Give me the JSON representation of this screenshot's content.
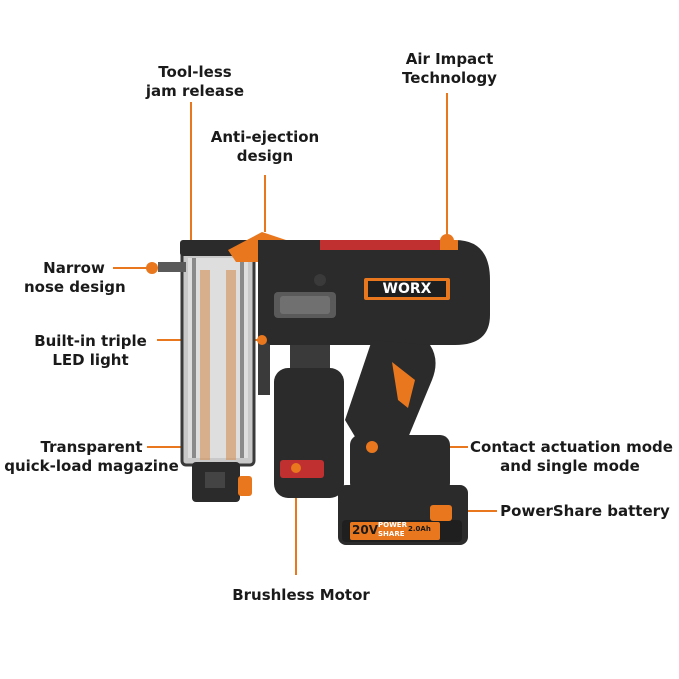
{
  "callouts": {
    "toolless": [
      "Tool-less",
      "jam release"
    ],
    "air_impact": [
      "Air Impact",
      "Technology"
    ],
    "anti_ejection": [
      "Anti-ejection",
      "design"
    ],
    "narrow_nose": [
      "Narrow",
      "nose design"
    ],
    "led": [
      "Built-in triple",
      "LED light"
    ],
    "magazine": [
      "Transparent",
      "quick-load magazine"
    ],
    "contact_mode": [
      "Contact actuation mode",
      "and single mode"
    ],
    "battery": "PowerShare battery",
    "motor": "Brushless Motor"
  },
  "product": {
    "brand": "WORX",
    "battery_voltage": "20V",
    "battery_line": [
      "POWER",
      "SHARE"
    ],
    "battery_capacity": "2.0Ah"
  },
  "colors": {
    "accent": "#e8771e",
    "body": "#2b2b2b",
    "text": "#1a1a1a"
  }
}
